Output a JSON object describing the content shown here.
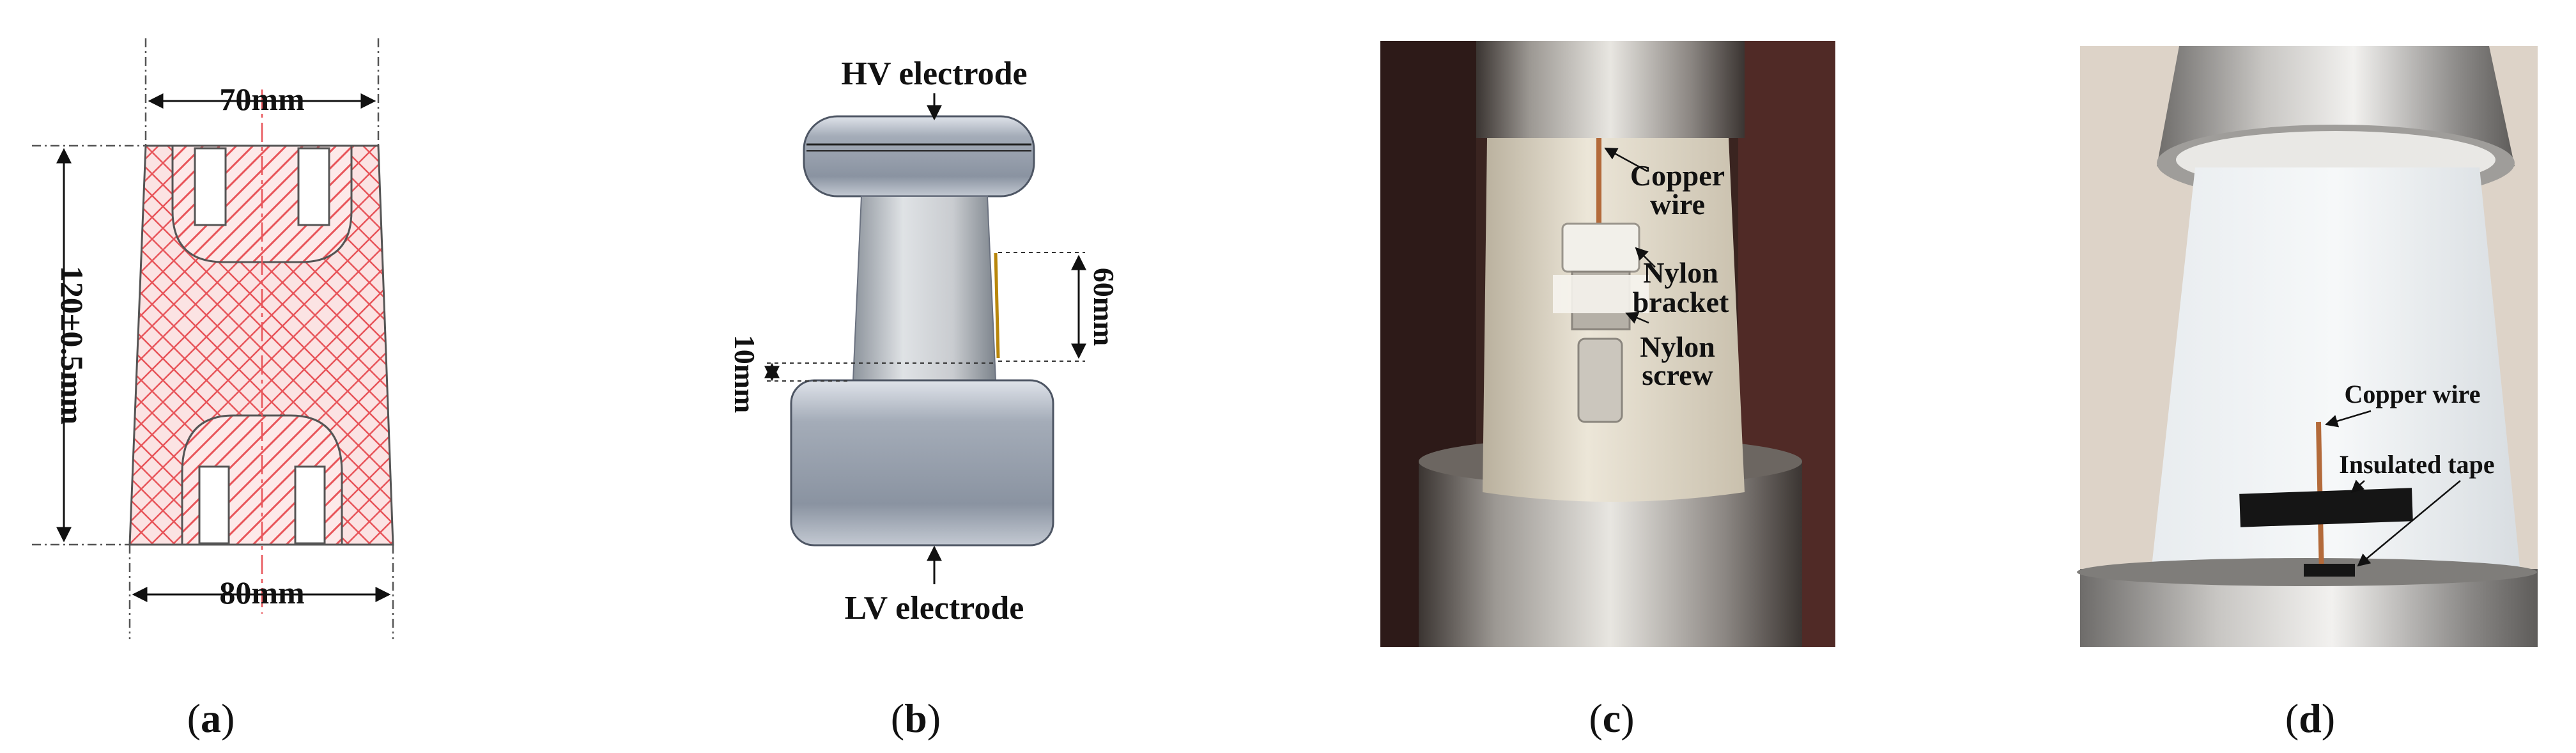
{
  "panels": {
    "a": {
      "caption_letter": "a",
      "top_dim": "70mm",
      "bottom_dim": "80mm",
      "height_dim": "120±0.5mm"
    },
    "b": {
      "caption_letter": "b",
      "hv_label": "HV electrode",
      "lv_label": "LV electrode",
      "dim_60": "60mm",
      "dim_10": "10mm"
    },
    "c": {
      "caption_letter": "c",
      "copper_1": "Copper",
      "copper_2": "wire",
      "bracket_1": "Nylon",
      "bracket_2": "bracket",
      "screw_1": "Nylon",
      "screw_2": "screw"
    },
    "d": {
      "caption_letter": "d",
      "copper_wire": "Copper wire",
      "insulated_tape": "Insulated tape"
    }
  },
  "colors": {
    "hatch": "#e8555a",
    "hatch_fill": "#fbe3e3",
    "electrode": "#8c95a4",
    "insulator_photo": "#e4dccb",
    "photo_bg_c": "#3a2420",
    "photo_bg_d": "#ddd3c8"
  }
}
